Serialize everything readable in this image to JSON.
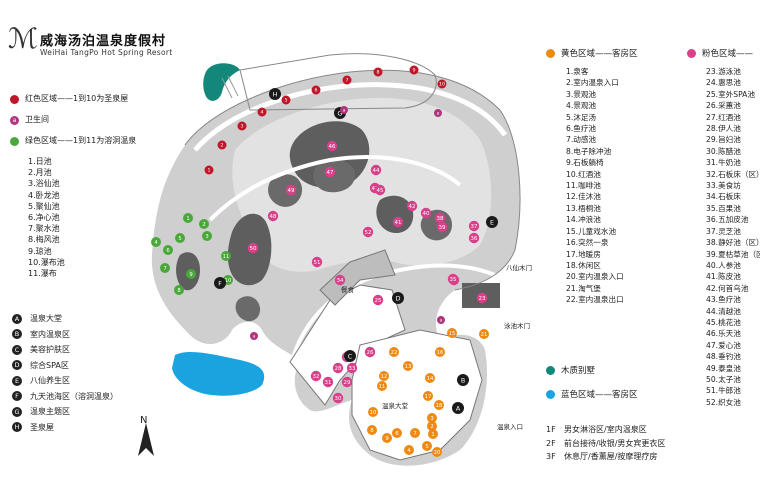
{
  "header": {
    "title": "威海汤泊温泉度假村",
    "subtitle": "WeiHai TangPo Hot Spring Resort"
  },
  "colors": {
    "red": "#c0172a",
    "purple": "#b1357e",
    "green": "#4aa83a",
    "orange": "#ee8a12",
    "pink": "#d9408a",
    "teal": "#12877a",
    "blue": "#1aa3df",
    "dark": "#555555",
    "grey": "#cfcfcf"
  },
  "legend_left": {
    "red_zone": "红色区域——1到10为圣泉屋",
    "toilet": "卫生间",
    "toilet_mark": "a",
    "green_zone": "绿色区域——1到11为溶洞温泉",
    "green_pools": [
      "1.日池",
      "2.月池",
      "3.浴仙池",
      "4.卧龙池",
      "5.聚仙池",
      "6.净心池",
      "7.聚水池",
      "8.梅风池",
      "9.琼池",
      "10.瀑布池",
      "11.瀑布"
    ]
  },
  "zones": [
    {
      "letter": "A",
      "label": "温泉大堂"
    },
    {
      "letter": "B",
      "label": "室内温泉区"
    },
    {
      "letter": "C",
      "label": "美容护肤区"
    },
    {
      "letter": "D",
      "label": "综合SPA区"
    },
    {
      "letter": "E",
      "label": "八仙养生区"
    },
    {
      "letter": "F",
      "label": "九天池海区（溶洞温泉）"
    },
    {
      "letter": "G",
      "label": "温泉主题区"
    },
    {
      "letter": "H",
      "label": "圣泉屋"
    }
  ],
  "yellow_zone": {
    "heading": "黄色区域——客房区",
    "items": [
      "1.泉客",
      "2.室内温泉入口",
      "3.景观池",
      "4.景观池",
      "5.沐足汤",
      "6.鱼疗池",
      "7.动感池",
      "8.电子除冲池",
      "9.石板躺椅",
      "10.红酒池",
      "11.咖啡池",
      "12.佳沐池",
      "13.梧桐池",
      "14.冲浪池",
      "15.儿童戏水池",
      "16.突然一泉",
      "17.地暖房",
      "18.休闲区",
      "20.室内温泉入口",
      "21.淘气堡",
      "22.室内温泉出口"
    ]
  },
  "pink_zone": {
    "heading": "粉色区域——",
    "items": [
      "23.游泳池",
      "24.惠思池",
      "25.室外SPA池",
      "26.采蕙池",
      "27.红酒池",
      "28.伊人池",
      "29.旨妇池",
      "30.陈醋池",
      "31.牛奶池",
      "32.石板床（区）",
      "33.美食坊",
      "34.石板床",
      "35.百果池",
      "36.五加皮池",
      "37.灵芝池",
      "38.静好池（区）",
      "39.夏枯草池（区）",
      "40.人参池",
      "41.陈皮池",
      "42.何首乌池",
      "43.鱼疗池",
      "44.清越池",
      "45.桃花池",
      "46.乐天池",
      "47.爱心池",
      "48.垂钓池",
      "49.泰皇池",
      "50.太子池",
      "51.牛郎池",
      "52.织女池"
    ]
  },
  "other_legend": {
    "teal": "木质别墅",
    "blue": "蓝色区域——客房区"
  },
  "floors": [
    {
      "floor": "1F",
      "desc": "男女淋浴区/室内温泉区"
    },
    {
      "floor": "2F",
      "desc": "前台接待/收银/男女宾更衣区"
    },
    {
      "floor": "3F",
      "desc": "休息厅/香薰屋/按摩理疗房"
    }
  ],
  "map_labels": {
    "baxian_gate": "八仙木门",
    "yongchi_gate": "泳池木门",
    "hot_spring_entrance": "温泉入口",
    "food": "餐食",
    "lobby": "温泉大堂",
    "north": "N"
  },
  "markers": {
    "red": [
      "1",
      "2",
      "3",
      "4",
      "5",
      "6",
      "7",
      "8",
      "9",
      "10"
    ],
    "green": [
      "1",
      "2",
      "3",
      "4",
      "5",
      "6",
      "7",
      "8",
      "9",
      "10",
      "11"
    ],
    "pink": [
      "23",
      "24",
      "25",
      "26",
      "27",
      "28",
      "29",
      "30",
      "31",
      "32",
      "33",
      "34",
      "35",
      "36",
      "37",
      "38",
      "39",
      "40",
      "41",
      "42",
      "43",
      "44",
      "45",
      "46",
      "47",
      "48",
      "49",
      "50",
      "51",
      "52"
    ],
    "orange": [
      "1",
      "2",
      "3",
      "4",
      "5",
      "6",
      "7",
      "8",
      "9",
      "10",
      "11",
      "12",
      "13",
      "14",
      "15",
      "16",
      "17",
      "18",
      "20",
      "21",
      "22"
    ],
    "zones": [
      "A",
      "B",
      "C",
      "D",
      "E",
      "F",
      "G",
      "H"
    ]
  }
}
